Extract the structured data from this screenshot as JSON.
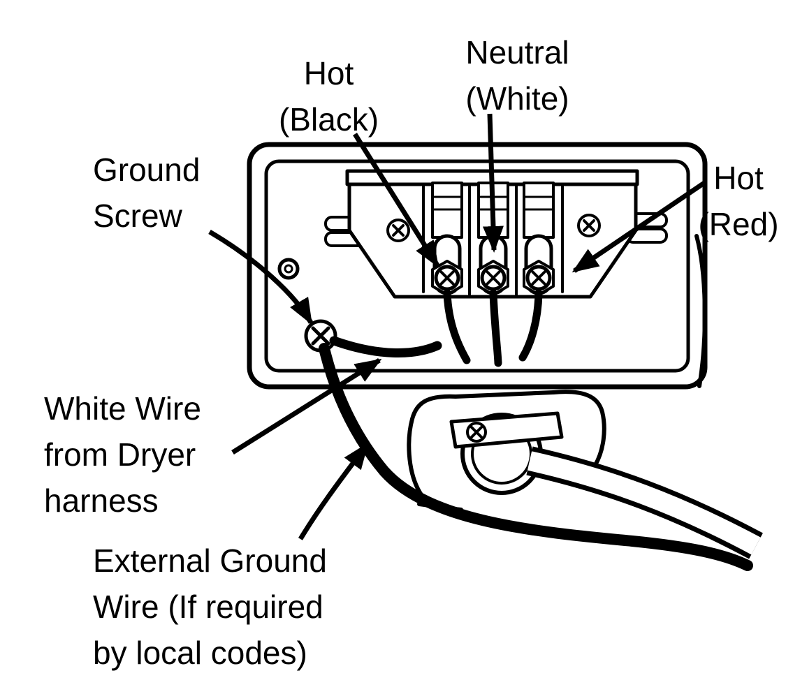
{
  "colors": {
    "ink": "#000000",
    "background": "#ffffff"
  },
  "labels": {
    "hot_black": {
      "lines": [
        "Hot",
        "(Black)"
      ]
    },
    "neutral_white": {
      "lines": [
        "Neutral",
        "(White)"
      ]
    },
    "ground_screw": {
      "lines": [
        "Ground",
        "Screw"
      ]
    },
    "hot_red": {
      "lines": [
        "Hot",
        "(Red)"
      ]
    },
    "white_wire_from_dryer_harness": {
      "lines": [
        "White Wire",
        "from Dryer",
        "harness"
      ]
    },
    "external_ground_wire": {
      "lines": [
        "External Ground",
        "Wire (If required",
        "by local codes)"
      ]
    }
  }
}
